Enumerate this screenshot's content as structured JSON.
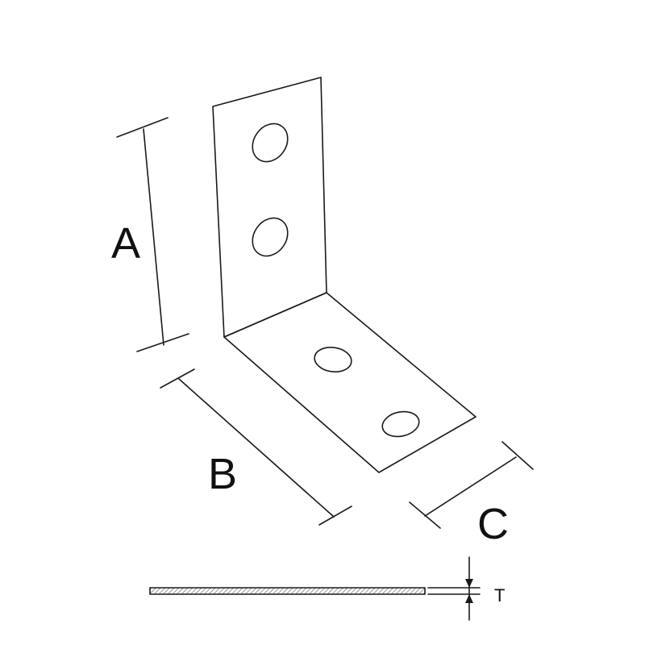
{
  "labels": {
    "a": "A",
    "b": "B",
    "c": "C",
    "t": "T"
  },
  "colors": {
    "line": "#1a1a1a",
    "background": "#ffffff",
    "hatch": "#555555"
  }
}
